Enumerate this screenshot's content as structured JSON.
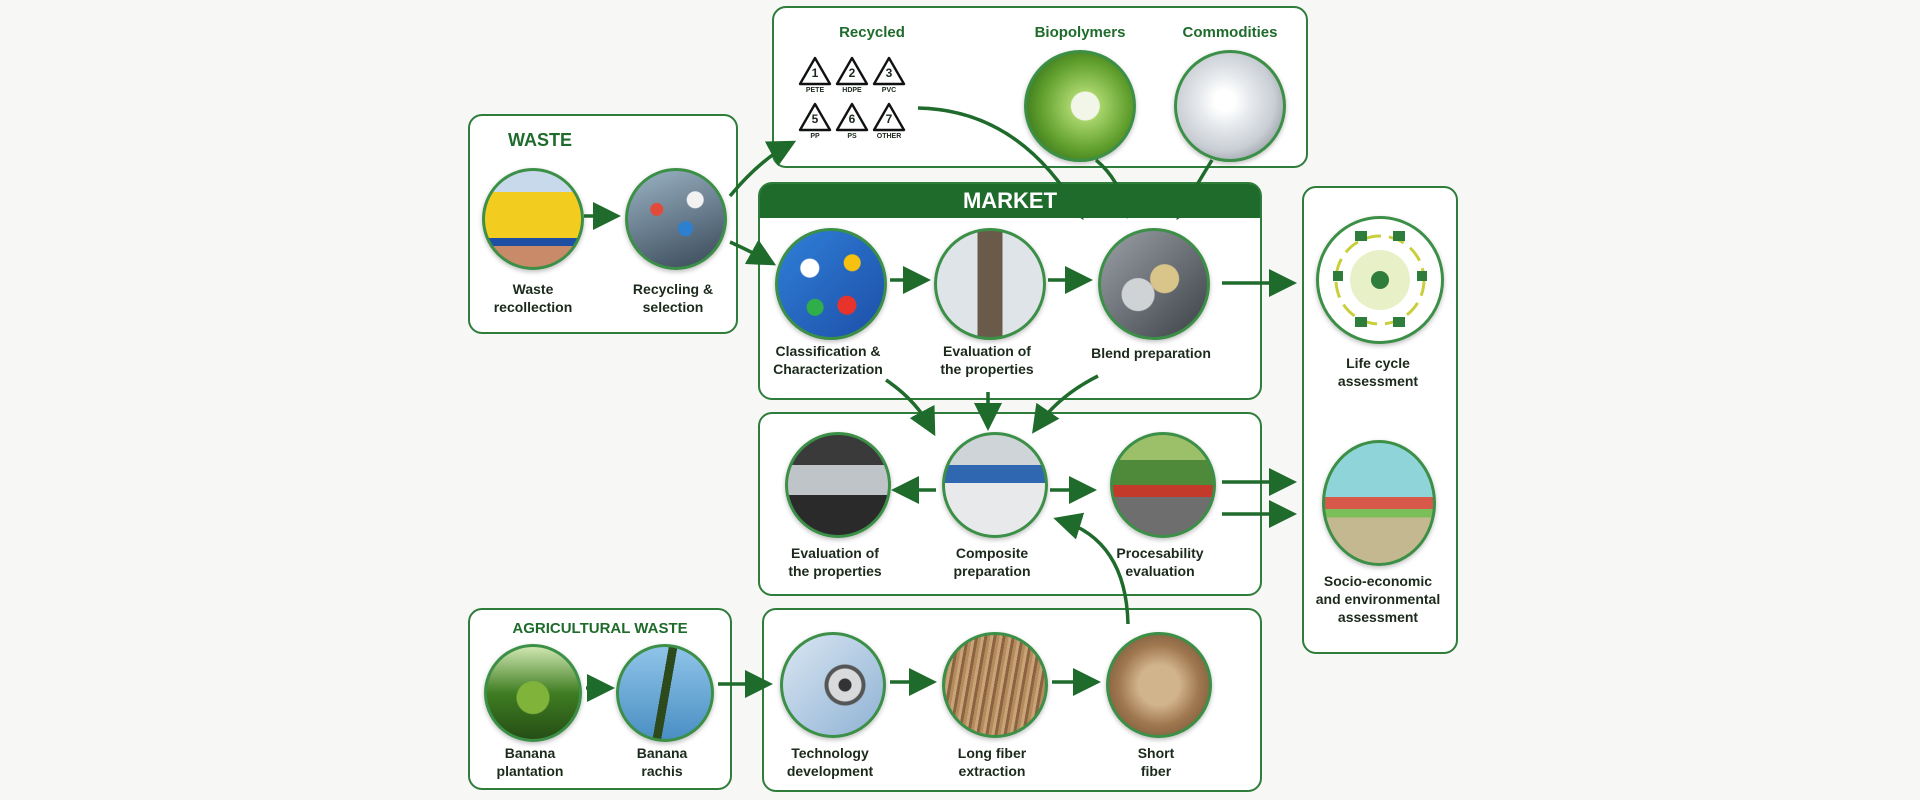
{
  "recycled_group": {
    "title": "Recycled",
    "symbols": [
      {
        "num": "1",
        "code": "PETE"
      },
      {
        "num": "2",
        "code": "HDPE"
      },
      {
        "num": "3",
        "code": "PVC"
      },
      {
        "num": "5",
        "code": "PP"
      },
      {
        "num": "6",
        "code": "PS"
      },
      {
        "num": "7",
        "code": "OTHER"
      }
    ]
  },
  "biopolymers": {
    "title": "Biopolymers"
  },
  "commodities": {
    "title": "Commodities"
  },
  "waste": {
    "title": "WASTE",
    "nodes": [
      {
        "line1": "Waste",
        "line2": "recollection",
        "icon": "waste-container-photo"
      },
      {
        "line1": "Recycling &",
        "line2": "selection",
        "icon": "recycled-plastic-photo"
      }
    ]
  },
  "market": {
    "title": "MARKET",
    "nodes": [
      {
        "line1": "Classification &",
        "line2": "Characterization",
        "icon": "plastic-caps-photo"
      },
      {
        "line1": "Evaluation of",
        "line2": "the properties",
        "icon": "tensile-test-photo"
      },
      {
        "line1": "Blend preparation",
        "line2": "",
        "icon": "polymer-blend-photo"
      }
    ]
  },
  "composite": {
    "nodes": [
      {
        "line1": "Evaluation of",
        "line2": "the properties",
        "icon": "testing-machine-photo"
      },
      {
        "line1": "Composite",
        "line2": "preparation",
        "icon": "extruder-photo"
      },
      {
        "line1": "Procesability",
        "line2": "evaluation",
        "icon": "factory-line-photo"
      }
    ]
  },
  "agricultural": {
    "title": "AGRICULTURAL WASTE",
    "nodes": [
      {
        "line1": "Banana",
        "line2": "plantation",
        "icon": "banana-plant-photo"
      },
      {
        "line1": "Banana",
        "line2": "rachis",
        "icon": "banana-rachis-photo"
      }
    ]
  },
  "fiber": {
    "nodes": [
      {
        "line1": "Technology",
        "line2": "development",
        "icon": "bearing-blueprint-photo"
      },
      {
        "line1": "Long fiber",
        "line2": "extraction",
        "icon": "long-fiber-photo"
      },
      {
        "line1": "Short",
        "line2": "fiber",
        "icon": "short-fiber-photo"
      }
    ]
  },
  "assessment": {
    "nodes": [
      {
        "line1": "Life cycle",
        "line2": "assessment",
        "line3": "",
        "icon": "life-cycle-icon"
      },
      {
        "line1": "Socio-economic",
        "line2": "and environmental",
        "line3": "assessment",
        "icon": "landscape-illustration"
      }
    ]
  },
  "colors": {
    "accent": "#2f7d3a",
    "header": "#1f6b2c"
  }
}
